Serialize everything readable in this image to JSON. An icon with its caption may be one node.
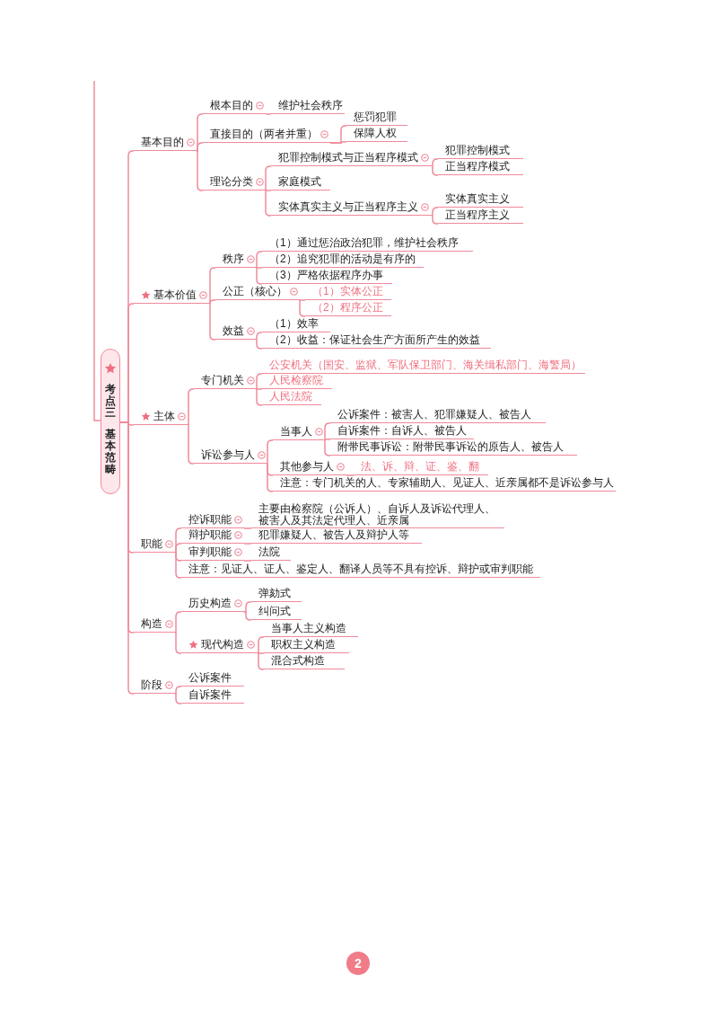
{
  "diagram": {
    "nodes": [
      {
        "text": [
          "考点三",
          "基本范畴"
        ]
      },
      {
        "text": [
          "基本目的"
        ]
      },
      {
        "text": [
          "根本目的"
        ]
      },
      {
        "text": [
          "维护社会秩序"
        ]
      },
      {
        "text": [
          "直接目的（两者并重）"
        ]
      },
      {
        "text": [
          "惩罚犯罪"
        ]
      },
      {
        "text": [
          "保障人权"
        ]
      },
      {
        "text": [
          "理论分类"
        ]
      },
      {
        "text": [
          "犯罪控制模式与正当程序模式"
        ]
      },
      {
        "text": [
          "犯罪控制模式"
        ]
      },
      {
        "text": [
          "正当程序模式"
        ]
      },
      {
        "text": [
          "家庭模式"
        ]
      },
      {
        "text": [
          "实体真实主义与正当程序主义"
        ]
      },
      {
        "text": [
          "实体真实主义"
        ]
      },
      {
        "text": [
          "正当程序主义"
        ]
      },
      {
        "text": [
          "基本价值"
        ]
      },
      {
        "text": [
          "秩序"
        ]
      },
      {
        "text": [
          "（1）通过惩治政治犯罪，维护社会秩序"
        ]
      },
      {
        "text": [
          "（2）追究犯罪的活动是有序的"
        ]
      },
      {
        "text": [
          "（3）严格依据程序办事"
        ]
      },
      {
        "text": [
          "公正（核心）"
        ]
      },
      {
        "text": [
          "（1）实体公正"
        ]
      },
      {
        "text": [
          "（2）程序公正"
        ]
      },
      {
        "text": [
          "效益"
        ]
      },
      {
        "text": [
          "（1）效率"
        ]
      },
      {
        "text": [
          "（2）收益：保证社会生产方面所产生的效益"
        ]
      },
      {
        "text": [
          "主体"
        ]
      },
      {
        "text": [
          "专门机关"
        ]
      },
      {
        "text": [
          "公安机关（国安、监狱、军队保卫部门、海关缉私部门、海警局）"
        ]
      },
      {
        "text": [
          "人民检察院"
        ]
      },
      {
        "text": [
          "人民法院"
        ]
      },
      {
        "text": [
          "诉讼参与人"
        ]
      },
      {
        "text": [
          "当事人"
        ]
      },
      {
        "text": [
          "公诉案件：被害人、犯罪嫌疑人、被告人"
        ]
      },
      {
        "text": [
          "自诉案件：自诉人、被告人"
        ]
      },
      {
        "text": [
          "附带民事诉讼：附带民事诉讼的原告人、被告人"
        ]
      },
      {
        "text": [
          "其他参与人"
        ]
      },
      {
        "text": [
          "法、诉、辩、证、鉴、翻"
        ]
      },
      {
        "text": [
          "注意：专门机关的人、专家辅助人、见证人、近亲属都不是诉讼参与人"
        ]
      },
      {
        "text": [
          "职能"
        ]
      },
      {
        "text": [
          "控诉职能"
        ]
      },
      {
        "text": [
          "主要由检察院（公诉人）、自诉人及诉讼代理人、被害人及其法定代理人、近亲属"
        ]
      },
      {
        "text": [
          "辩护职能"
        ]
      },
      {
        "text": [
          "犯罪嫌疑人、被告人及辩护人等"
        ]
      },
      {
        "text": [
          "审判职能"
        ]
      },
      {
        "text": [
          "法院"
        ]
      },
      {
        "text": [
          "注意：见证人、证人、鉴定人、翻译人员等不具有控诉、辩护或审判职能"
        ]
      },
      {
        "text": [
          "构造"
        ]
      },
      {
        "text": [
          "历史构造"
        ]
      },
      {
        "text": [
          "弹劾式"
        ]
      },
      {
        "text": [
          "纠问式"
        ]
      },
      {
        "text": [
          "现代构造"
        ]
      },
      {
        "text": [
          "当事人主义构造"
        ]
      },
      {
        "text": [
          "职权主义构造"
        ]
      },
      {
        "text": [
          "混合式构造"
        ]
      },
      {
        "text": [
          "阶段"
        ]
      },
      {
        "text": [
          "公诉案件"
        ]
      },
      {
        "text": [
          "自诉案件"
        ]
      }
    ],
    "edges": [
      {
        "from": 0,
        "to": 1,
        "arrow": "none"
      },
      {
        "from": 0,
        "to": 15,
        "arrow": "none"
      },
      {
        "from": 0,
        "to": 26,
        "arrow": "none"
      },
      {
        "from": 0,
        "to": 39,
        "arrow": "none"
      },
      {
        "from": 0,
        "to": 47,
        "arrow": "none"
      },
      {
        "from": 0,
        "to": 55,
        "arrow": "none"
      },
      {
        "from": 1,
        "to": 2,
        "arrow": "none"
      },
      {
        "from": 1,
        "to": 4,
        "arrow": "none"
      },
      {
        "from": 1,
        "to": 7,
        "arrow": "none"
      },
      {
        "from": 2,
        "to": 3,
        "arrow": "none"
      },
      {
        "from": 4,
        "to": 5,
        "arrow": "none"
      },
      {
        "from": 4,
        "to": 6,
        "arrow": "none"
      },
      {
        "from": 7,
        "to": 8,
        "arrow": "none"
      },
      {
        "from": 7,
        "to": 11,
        "arrow": "none"
      },
      {
        "from": 7,
        "to": 12,
        "arrow": "none"
      },
      {
        "from": 8,
        "to": 9,
        "arrow": "none"
      },
      {
        "from": 8,
        "to": 10,
        "arrow": "none"
      },
      {
        "from": 12,
        "to": 13,
        "arrow": "none"
      },
      {
        "from": 12,
        "to": 14,
        "arrow": "none"
      },
      {
        "from": 15,
        "to": 16,
        "arrow": "none"
      },
      {
        "from": 15,
        "to": 20,
        "arrow": "none"
      },
      {
        "from": 15,
        "to": 23,
        "arrow": "none"
      },
      {
        "from": 16,
        "to": 17,
        "arrow": "none"
      },
      {
        "from": 16,
        "to": 18,
        "arrow": "none"
      },
      {
        "from": 16,
        "to": 19,
        "arrow": "none"
      },
      {
        "from": 20,
        "to": 21,
        "arrow": "none"
      },
      {
        "from": 20,
        "to": 22,
        "arrow": "none"
      },
      {
        "from": 23,
        "to": 24,
        "arrow": "none"
      },
      {
        "from": 23,
        "to": 25,
        "arrow": "none"
      },
      {
        "from": 26,
        "to": 27,
        "arrow": "none"
      },
      {
        "from": 26,
        "to": 31,
        "arrow": "none"
      },
      {
        "from": 27,
        "to": 28,
        "arrow": "none"
      },
      {
        "from": 27,
        "to": 29,
        "arrow": "none"
      },
      {
        "from": 27,
        "to": 30,
        "arrow": "none"
      },
      {
        "from": 31,
        "to": 32,
        "arrow": "none"
      },
      {
        "from": 31,
        "to": 36,
        "arrow": "none"
      },
      {
        "from": 31,
        "to": 38,
        "arrow": "none"
      },
      {
        "from": 32,
        "to": 33,
        "arrow": "none"
      },
      {
        "from": 32,
        "to": 34,
        "arrow": "none"
      },
      {
        "from": 32,
        "to": 35,
        "arrow": "none"
      },
      {
        "from": 36,
        "to": 37,
        "arrow": "none"
      },
      {
        "from": 39,
        "to": 40,
        "arrow": "none"
      },
      {
        "from": 39,
        "to": 42,
        "arrow": "none"
      },
      {
        "from": 39,
        "to": 44,
        "arrow": "none"
      },
      {
        "from": 39,
        "to": 46,
        "arrow": "none"
      },
      {
        "from": 40,
        "to": 41,
        "arrow": "none"
      },
      {
        "from": 42,
        "to": 43,
        "arrow": "none"
      },
      {
        "from": 44,
        "to": 45,
        "arrow": "none"
      },
      {
        "from": 47,
        "to": 48,
        "arrow": "none"
      },
      {
        "from": 47,
        "to": 51,
        "arrow": "none"
      },
      {
        "from": 48,
        "to": 49,
        "arrow": "none"
      },
      {
        "from": 48,
        "to": 50,
        "arrow": "none"
      },
      {
        "from": 51,
        "to": 52,
        "arrow": "none"
      },
      {
        "from": 51,
        "to": 53,
        "arrow": "none"
      },
      {
        "from": 51,
        "to": 54,
        "arrow": "none"
      },
      {
        "from": 55,
        "to": 56,
        "arrow": "none"
      },
      {
        "from": 55,
        "to": 57,
        "arrow": "none"
      }
    ],
    "labels": [
      "2"
    ]
  }
}
